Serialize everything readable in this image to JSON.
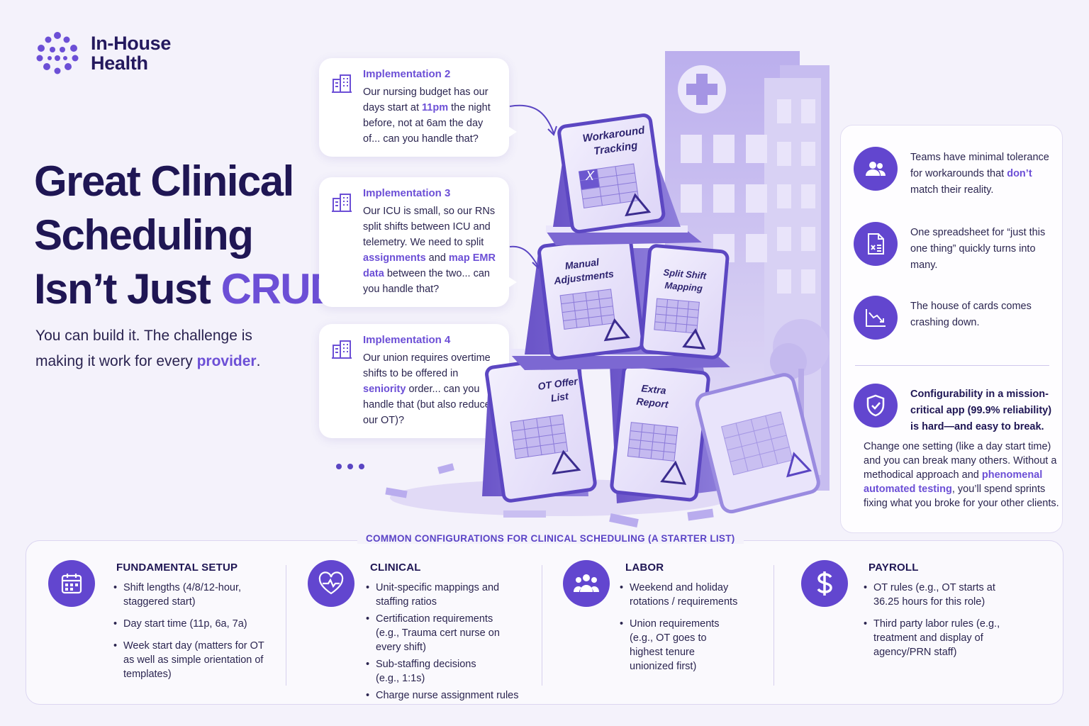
{
  "brand": {
    "line1": "In-House",
    "line2": "Health"
  },
  "hero": {
    "line1": "Great Clinical",
    "line2": "Scheduling",
    "line3_prefix": "Isn’t Just ",
    "line3_accent": "CRUD",
    "sub_line1": "You can build it. The challenge is",
    "sub_line2_prefix": "making it work for every ",
    "sub_line2_accent": "provider",
    "sub_line2_suffix": "."
  },
  "implementations": [
    {
      "title": "Implementation 2",
      "text_a": "Our nursing budget has our days start at ",
      "hl_a": "11pm",
      "text_b": " the night before, not at 6am the day of... can you handle that?"
    },
    {
      "title": "Implementation 3",
      "text_a": "Our ICU is small, so our RNs split shifts between ICU and telemetry. We need to split ",
      "hl_a": "assignments",
      "text_b": " and ",
      "hl_b": "map EMR data",
      "text_c": " between the two... can you handle that?"
    },
    {
      "title": "Implementation 4",
      "text_a": "Our union requires overtime shifts to be offered in ",
      "hl_a": "seniority",
      "text_b": " order... can you handle that (but also reduce our OT)?"
    }
  ],
  "cards": {
    "top": "Workaround Tracking",
    "mid_left": "Manual Adjustments",
    "mid_right": "Split Shift Mapping",
    "bot_left": "OT Offer List",
    "bot_mid": "Extra Report",
    "card_mark": "X"
  },
  "panel": {
    "item1_a": "Teams have minimal tolerance for workarounds that ",
    "item1_hl": "don’t",
    "item1_b": " match their reality.",
    "item2": "One spreadsheet for “just this one thing” quickly turns into many.",
    "item3": "The house of cards comes crashing down.",
    "item4_bold": "Configurability in a mission-critical app (99.9% reliability) is hard—and easy to break.",
    "body_a": "Change one setting (like a day start time) and you can break many others. Without a methodical approach and ",
    "body_hl": "phenomenal automated testing",
    "body_b": ", you’ll spend sprints fixing what you broke for your other clients."
  },
  "bottom": {
    "title": "COMMON CONFIGURATIONS FOR CLINICAL SCHEDULING (A STARTER LIST)",
    "columns": [
      {
        "title": "FUNDAMENTAL SETUP",
        "icon": "calendar-icon",
        "items": [
          "Shift lengths (4/8/12-hour, staggered start)",
          "Day start time (11p, 6a, 7a)",
          "Week start day (matters for OT as well as simple orientation of templates)"
        ]
      },
      {
        "title": "CLINICAL",
        "icon": "heart-pulse-icon",
        "items": [
          "Unit-specific mappings and staffing ratios",
          "Certification requirements (e.g., Trauma cert nurse on every shift)",
          "Sub-staffing decisions (e.g., 1:1s)",
          "Charge nurse assignment rules"
        ]
      },
      {
        "title": "LABOR",
        "icon": "group-icon",
        "items": [
          "Weekend and holiday rotations / requirements",
          "Union requirements (e.g., OT goes to highest tenure unionized first)"
        ]
      },
      {
        "title": "PAYROLL",
        "icon": "dollar-icon",
        "items": [
          "OT rules (e.g., OT starts at 36.25 hours for this role)",
          "Third party labor rules (e.g., treatment and display of agency/PRN staff)"
        ]
      }
    ]
  },
  "colors": {
    "accent": "#6c4fd6",
    "dark": "#1f1654",
    "icon_bg": "#6246cf"
  }
}
